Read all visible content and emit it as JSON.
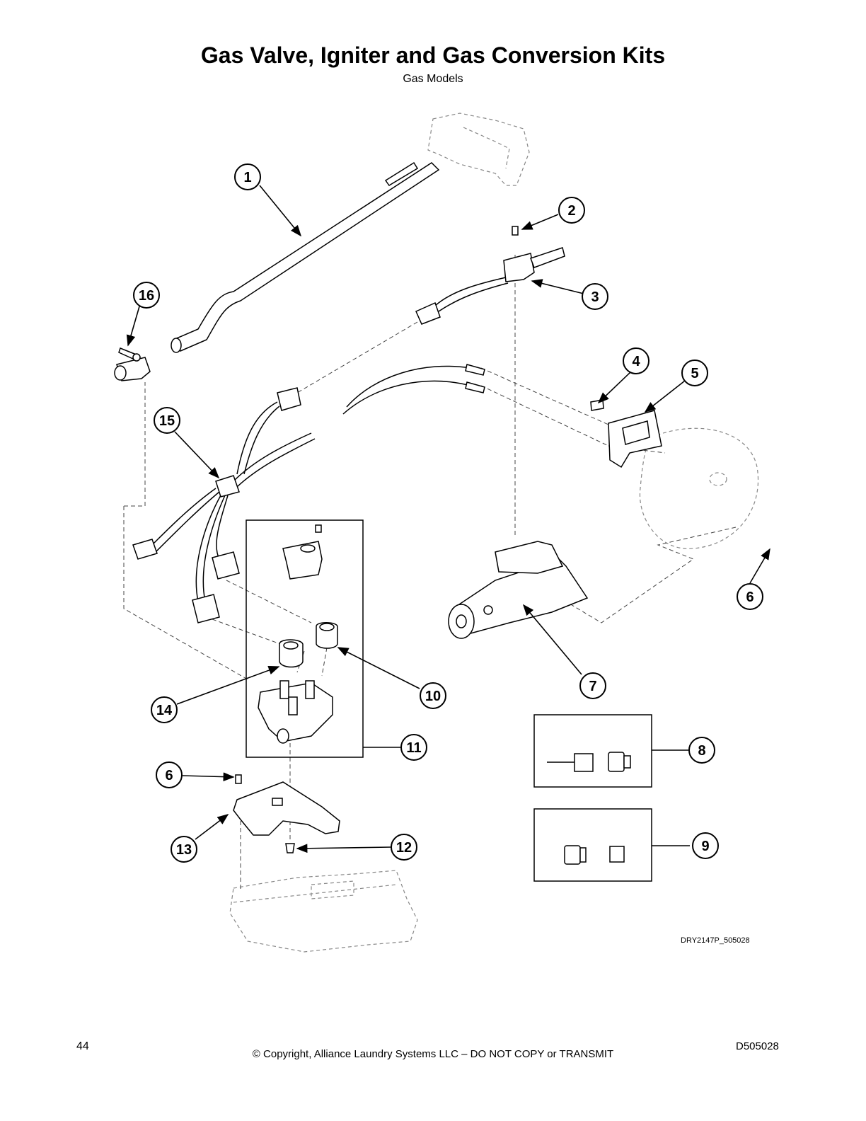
{
  "header": {
    "title": "Gas Valve, Igniter and Gas Conversion Kits",
    "subtitle": "Gas Models"
  },
  "drawing_id": "DRY2147P_505028",
  "footer": {
    "page_number": "44",
    "copyright": "© Copyright, Alliance Laundry Systems LLC – DO NOT COPY or TRANSMIT",
    "document_number": "D505028"
  },
  "callouts": [
    {
      "id": "c1",
      "label": "1"
    },
    {
      "id": "c2",
      "label": "2"
    },
    {
      "id": "c3",
      "label": "3"
    },
    {
      "id": "c4",
      "label": "4"
    },
    {
      "id": "c5",
      "label": "5"
    },
    {
      "id": "c6a",
      "label": "6"
    },
    {
      "id": "c6b",
      "label": "6"
    },
    {
      "id": "c7",
      "label": "7"
    },
    {
      "id": "c8",
      "label": "8"
    },
    {
      "id": "c9",
      "label": "9"
    },
    {
      "id": "c10",
      "label": "10"
    },
    {
      "id": "c11",
      "label": "11"
    },
    {
      "id": "c12",
      "label": "12"
    },
    {
      "id": "c13",
      "label": "13"
    },
    {
      "id": "c14",
      "label": "14"
    },
    {
      "id": "c15",
      "label": "15"
    },
    {
      "id": "c16",
      "label": "16"
    }
  ]
}
